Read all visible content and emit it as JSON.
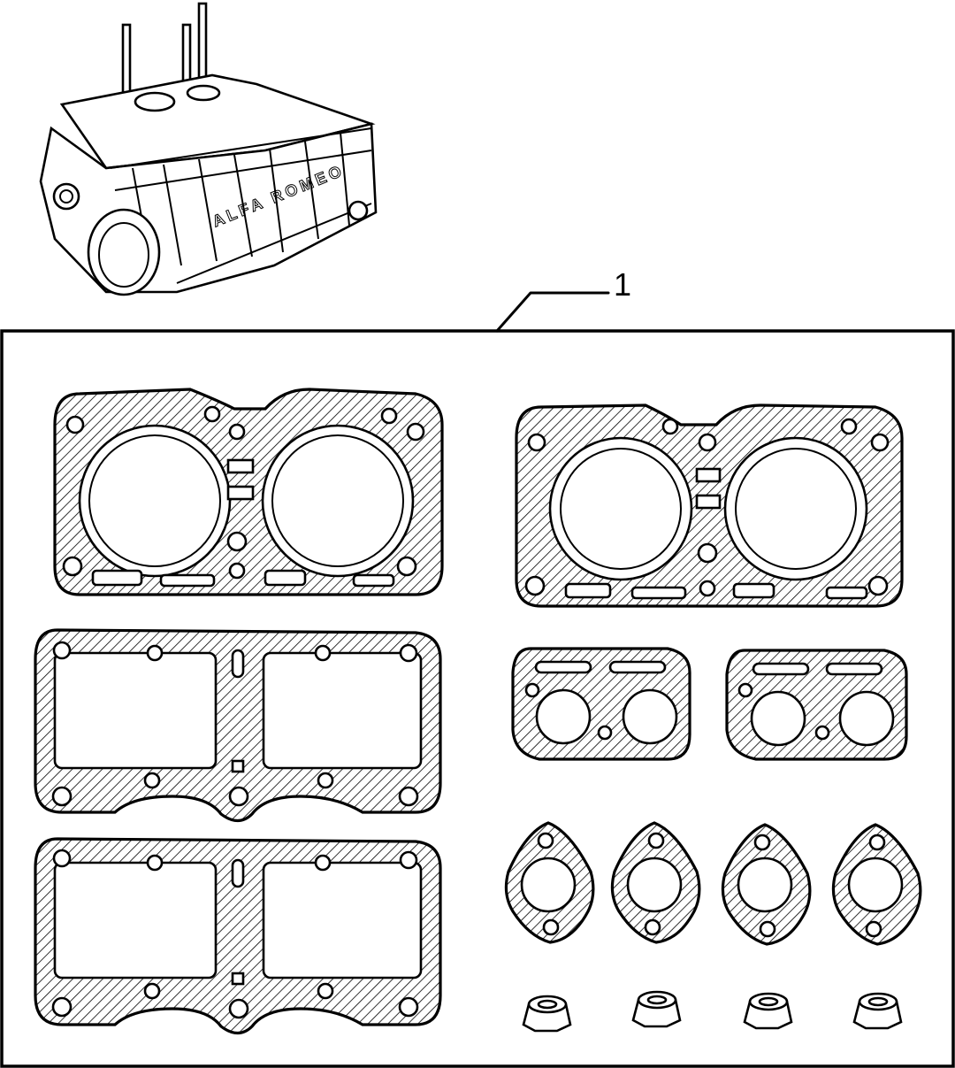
{
  "callout": {
    "label": "1"
  },
  "engine": {
    "casting_text": "ALFA ROMEO"
  },
  "kit": {
    "head_gaskets": 2,
    "cover_gaskets": 2,
    "exhaust_plates": 2,
    "flange_gaskets": 4,
    "valve_seals": 4
  }
}
